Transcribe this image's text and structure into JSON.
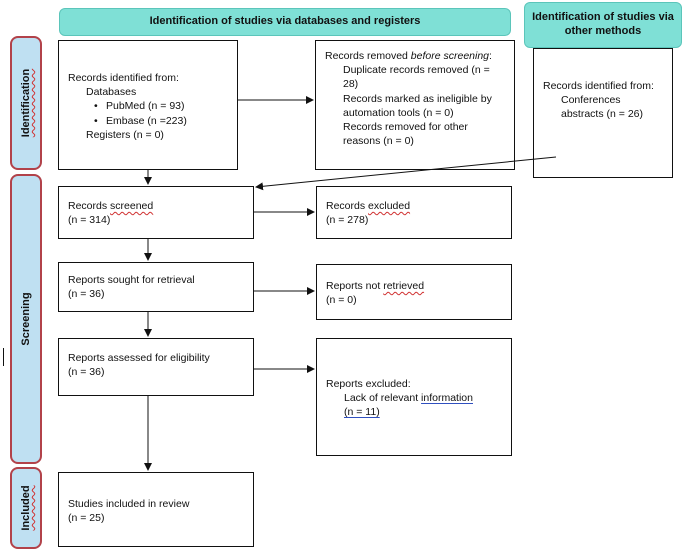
{
  "headers": {
    "main": "Identification of studies via databases and registers",
    "other": "Identification of studies via other methods"
  },
  "phases": {
    "identification": "Identification",
    "screening": "Screening",
    "included": "Included"
  },
  "identified": {
    "title": "Records identified from:",
    "databases_label": "Databases",
    "pubmed": "PubMed (n = 93)",
    "embase": "Embase (n =223)",
    "registers": "Registers (n = 0)"
  },
  "removed": {
    "title_plain": "Records removed ",
    "title_italic": "before screening",
    "title_colon": ":",
    "duplicates": "Duplicate records removed (n = 28)",
    "automation": "Records marked as ineligible by automation tools (n = 0)",
    "other_reasons": "Records removed for other reasons (n = 0)"
  },
  "other_methods": {
    "title": "Records identified from:",
    "conferences": "Conferences abstracts (n = 26)"
  },
  "screened": {
    "label_pre": "Records ",
    "label_word": "screened",
    "count": "(n = 314)"
  },
  "excluded": {
    "label_pre": "Records ",
    "label_word": "excluded",
    "count": "(n = 278)"
  },
  "sought": {
    "label": "Reports sought for retrieval",
    "count": "(n = 36)"
  },
  "not_retrieved": {
    "label_pre": "Reports not ",
    "label_word": "retrieved",
    "count": "(n = 0)"
  },
  "assessed": {
    "label": "Reports assessed for eligibility",
    "count": "(n = 36)"
  },
  "reports_excluded": {
    "title": "Reports excluded:",
    "reason_pre": "Lack of relevant ",
    "reason_word": "information",
    "count": "(n = 11)"
  },
  "included": {
    "label": "Studies included in review",
    "count": "(n = 25)"
  }
}
